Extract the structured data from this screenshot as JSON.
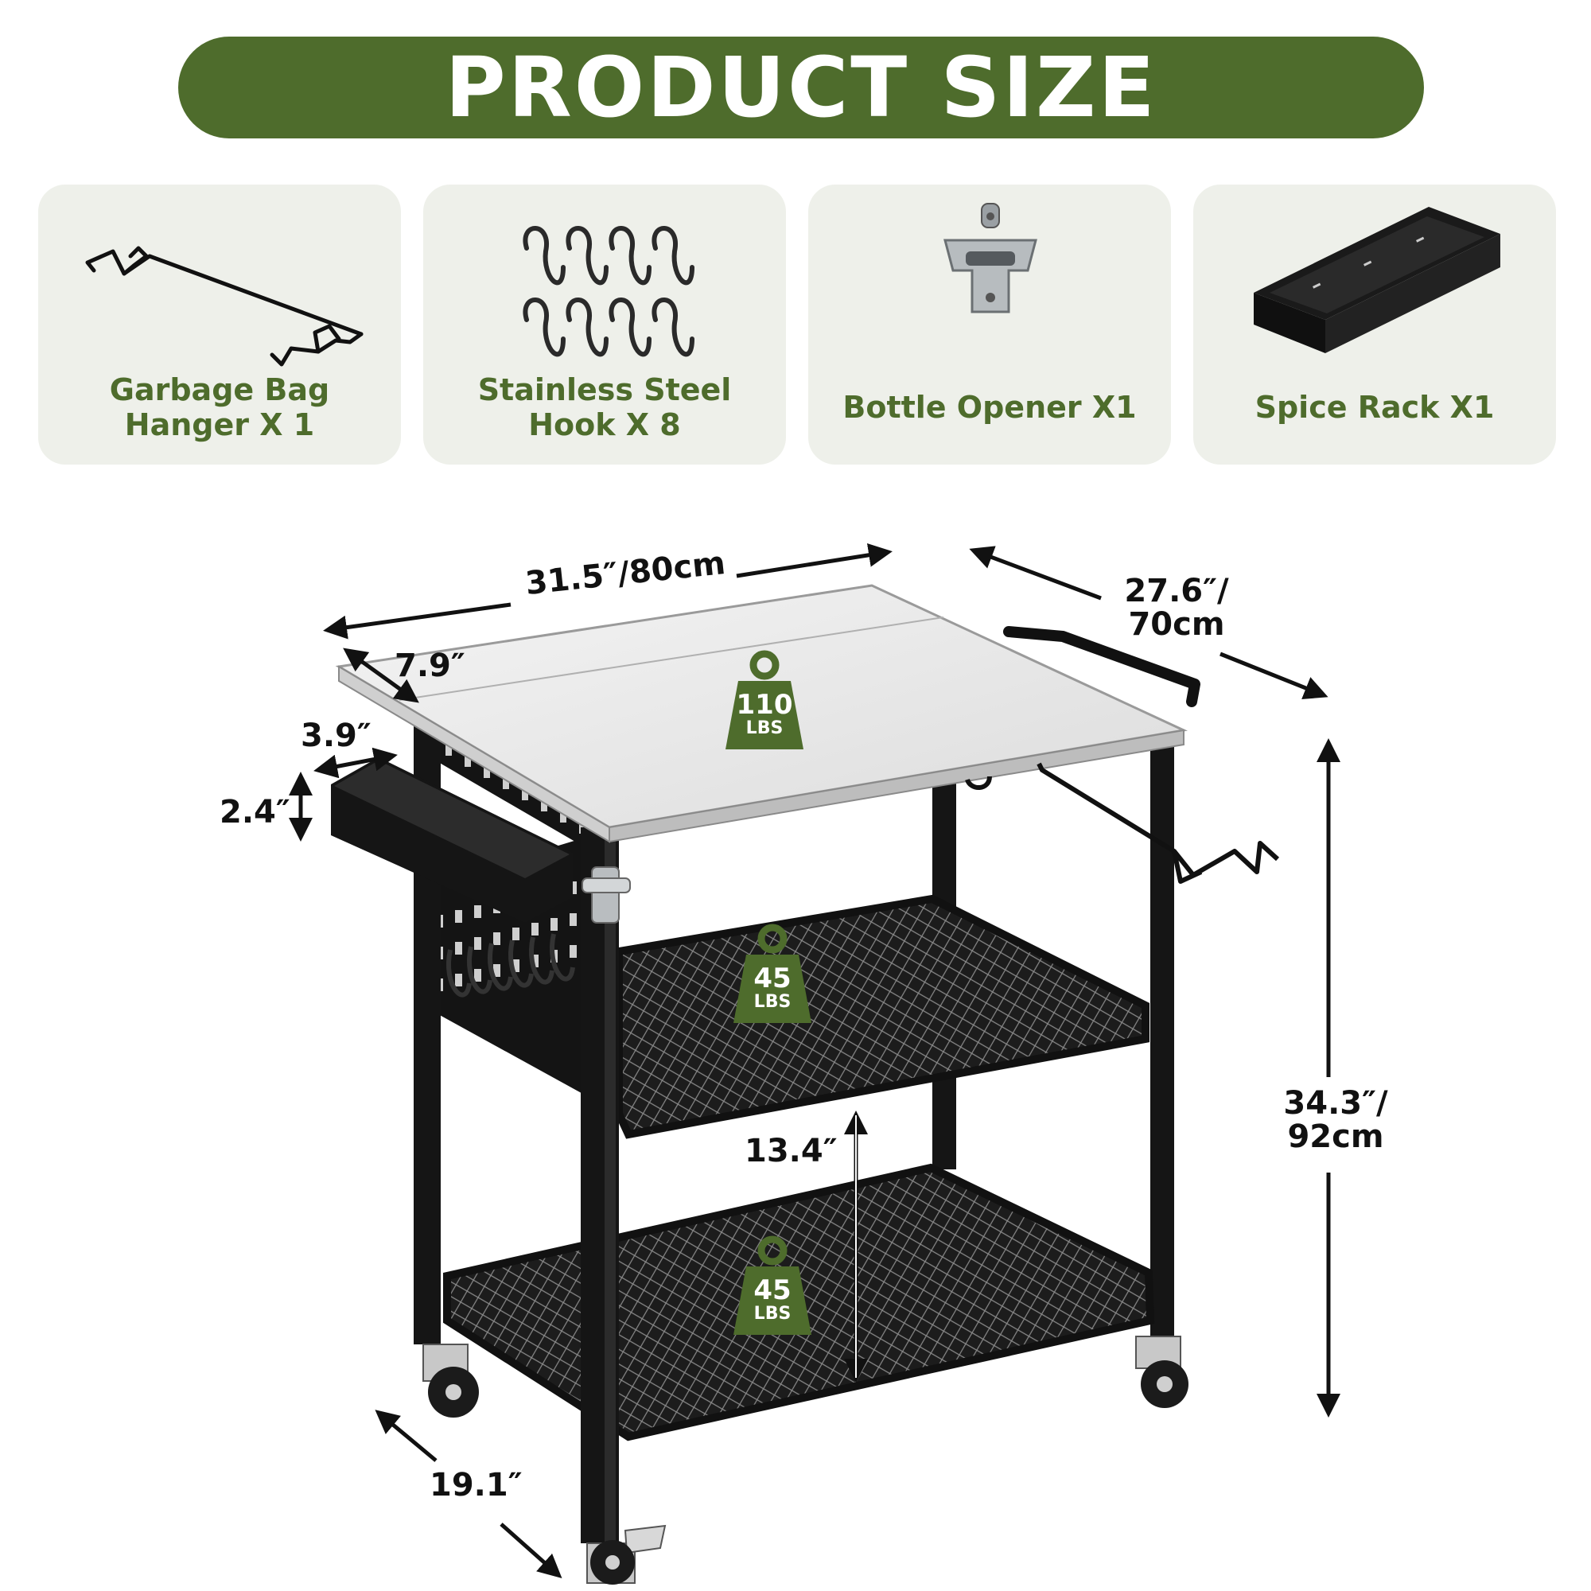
{
  "banner": {
    "title": "PRODUCT SIZE"
  },
  "accessories": [
    {
      "line1": "Garbage Bag",
      "line2": "Hanger X 1",
      "icon": "garbage-bag-hanger-icon"
    },
    {
      "line1": "Stainless Steel",
      "line2": "Hook X 8",
      "icon": "s-hooks-icon"
    },
    {
      "label": "Bottle Opener X1",
      "icon": "bottle-opener-icon"
    },
    {
      "label": "Spice Rack X1",
      "icon": "spice-rack-icon"
    }
  ],
  "dimensions": {
    "width": "31.5″/80cm",
    "depth_line1": "27.6″/",
    "depth_line2": "70cm",
    "side_shelf": "7.9″",
    "rack_depth": "3.9″",
    "rack_height": "2.4″",
    "height_line1": "34.3″/",
    "height_line2": "92cm",
    "shelf_gap": "13.4″",
    "shelf_depth": "19.1″"
  },
  "weights": [
    {
      "value": "110",
      "unit": "LBS"
    },
    {
      "value": "45",
      "unit": "LBS"
    },
    {
      "value": "45",
      "unit": "LBS"
    }
  ],
  "colors": {
    "brand_green": "#4e6c2c",
    "card_bg": "#eef0ea",
    "frame": "#111111"
  }
}
